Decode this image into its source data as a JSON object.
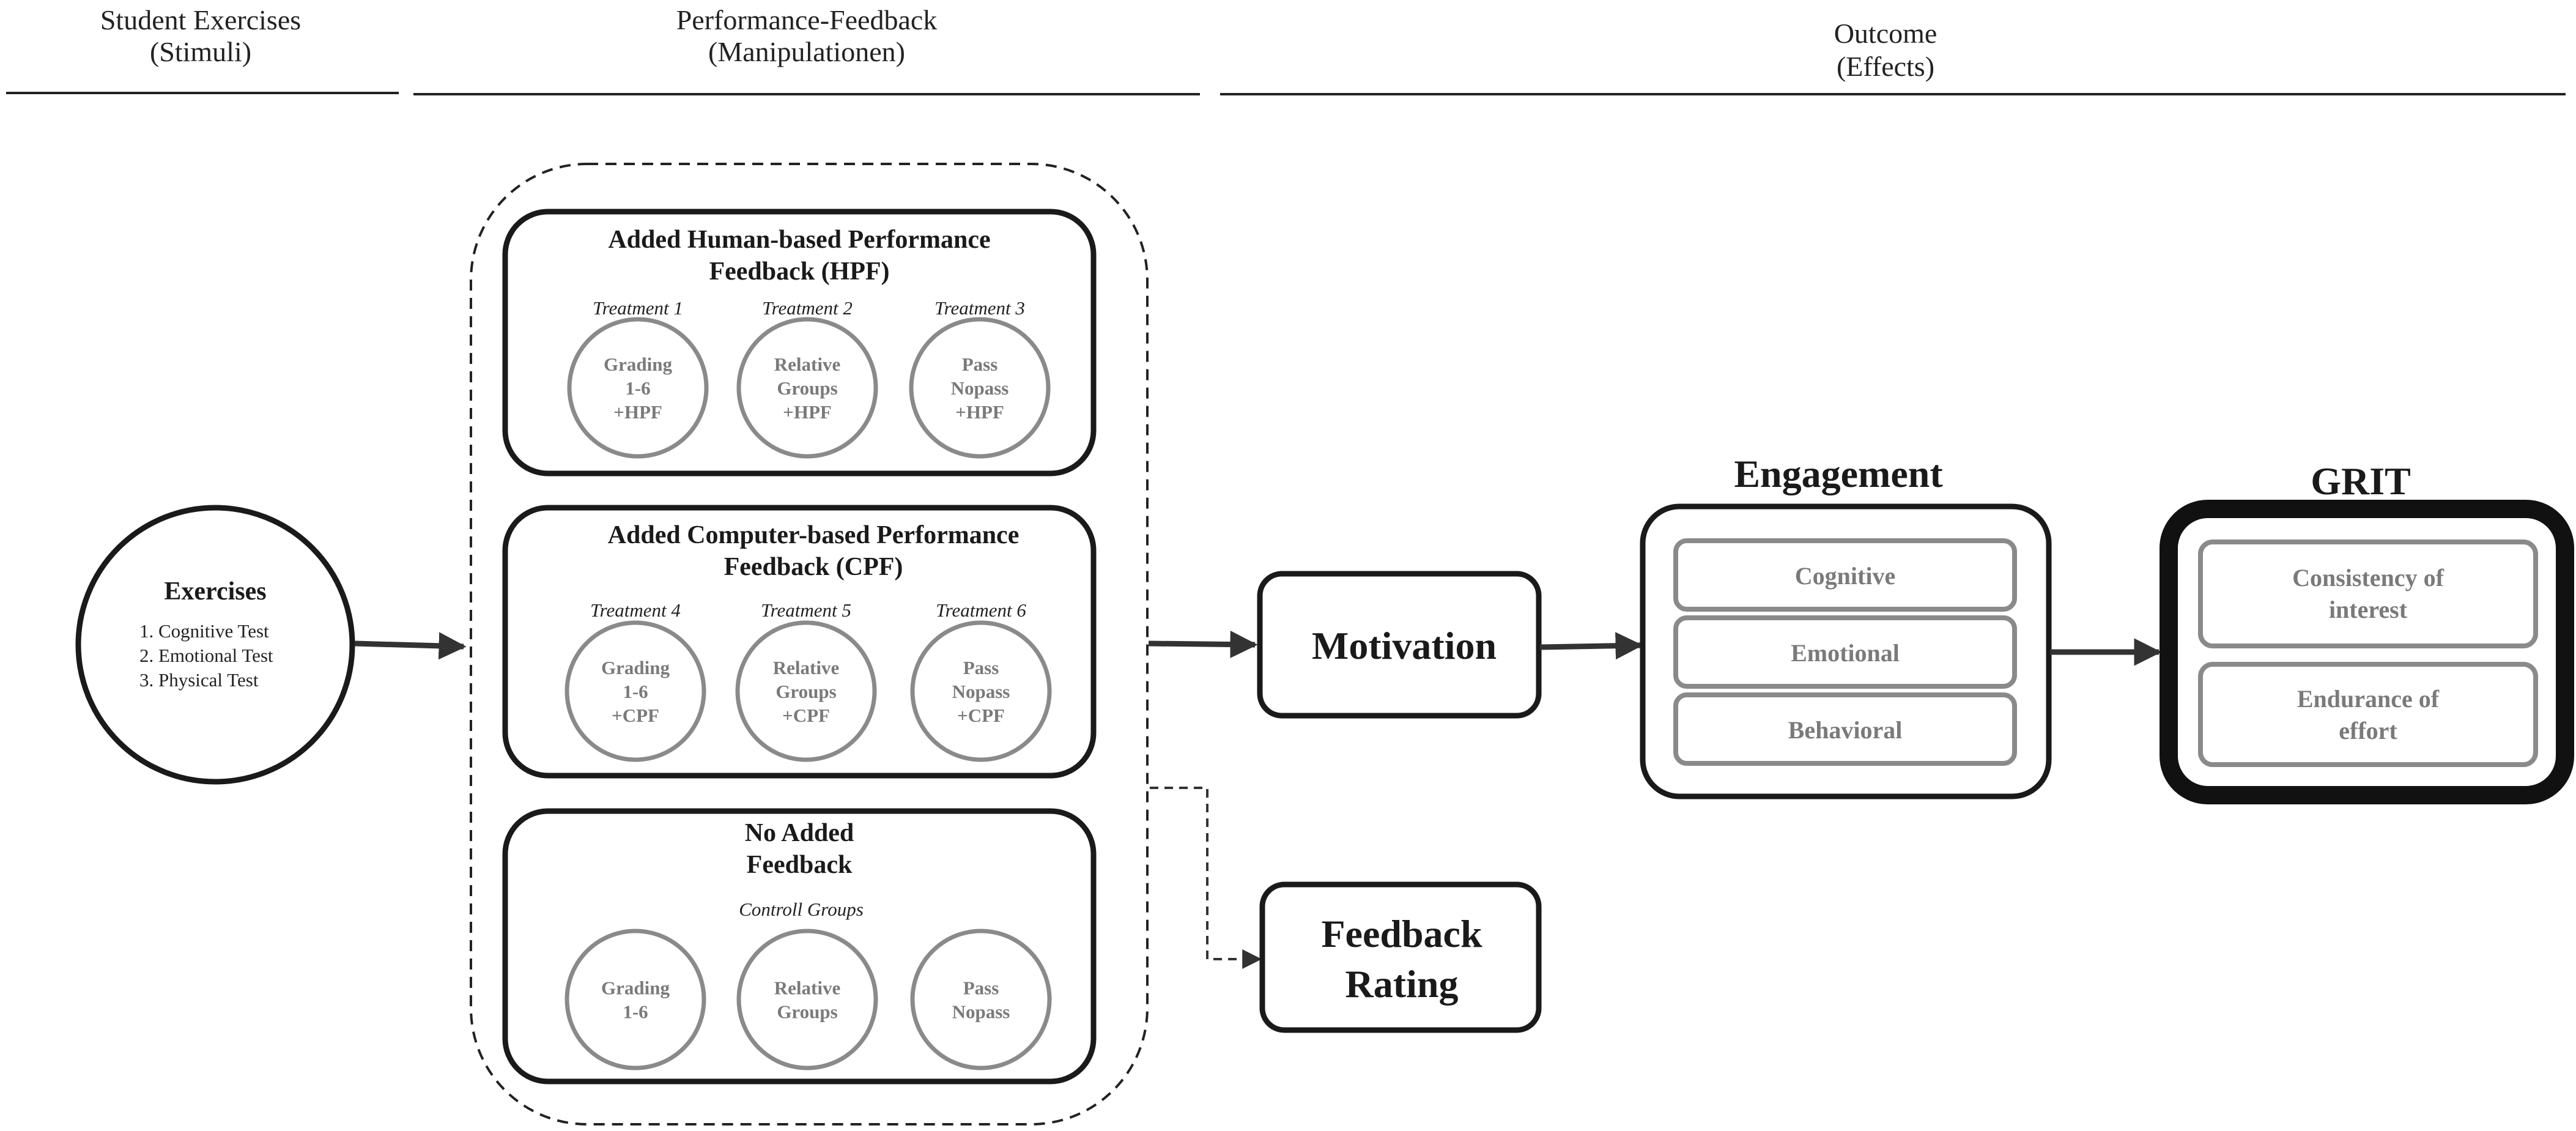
{
  "headers": {
    "stimuli": [
      "Student Exercises",
      "(Stimuli)"
    ],
    "manipulations": [
      "Performance-Feedback",
      "(Manipulationen)"
    ],
    "outcome": [
      "Outcome",
      "(Effects)"
    ]
  },
  "exercises": {
    "title": "Exercises",
    "items": [
      "1. Cognitive Test",
      "2. Emotional Test",
      "3. Physical Test"
    ]
  },
  "hpf": {
    "title": [
      "Added Human-based Performance",
      "Feedback (HPF)"
    ],
    "treatments": [
      {
        "label": "Treatment 1",
        "circle": [
          "Grading",
          "1-6",
          "+HPF"
        ]
      },
      {
        "label": "Treatment 2",
        "circle": [
          "Relative",
          "Groups",
          "+HPF"
        ]
      },
      {
        "label": "Treatment 3",
        "circle": [
          "Pass",
          "Nopass",
          "+HPF"
        ]
      }
    ]
  },
  "cpf": {
    "title": [
      "Added Computer-based Performance",
      "Feedback (CPF)"
    ],
    "treatments": [
      {
        "label": "Treatment 4",
        "circle": [
          "Grading",
          "1-6",
          "+CPF"
        ]
      },
      {
        "label": "Treatment 5",
        "circle": [
          "Relative",
          "Groups",
          "+CPF"
        ]
      },
      {
        "label": "Treatment 6",
        "circle": [
          "Pass",
          "Nopass",
          "+CPF"
        ]
      }
    ]
  },
  "control": {
    "title": [
      "No Added",
      "Feedback"
    ],
    "subtitle": "Controll Groups",
    "circles": [
      [
        "Grading",
        "1-6"
      ],
      [
        "Relative",
        "Groups"
      ],
      [
        "Pass",
        "Nopass"
      ]
    ]
  },
  "motivation": "Motivation",
  "feedback_rating": [
    "Feedback",
    "Rating"
  ],
  "engagement": {
    "title": "Engagement",
    "items": [
      "Cognitive",
      "Emotional",
      "Behavioral"
    ]
  },
  "grit": {
    "title": "GRIT",
    "items": [
      [
        "Consistency of",
        "interest"
      ],
      [
        "Endurance of",
        "effort"
      ]
    ]
  }
}
